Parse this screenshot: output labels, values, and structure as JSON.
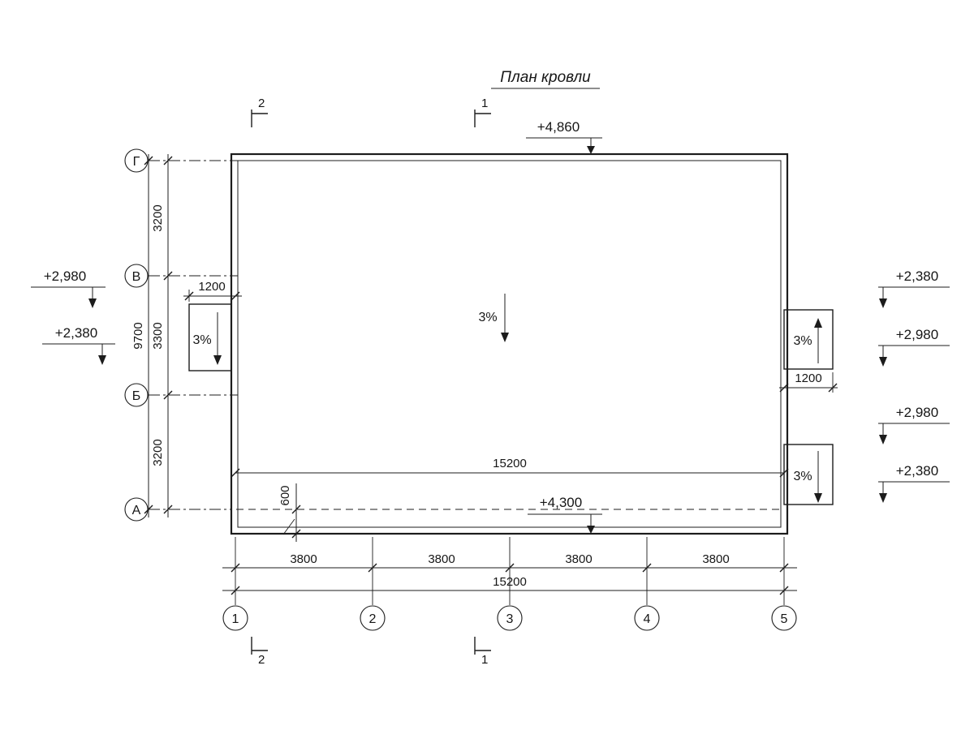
{
  "title": "План кровли",
  "row_axes": [
    {
      "label": "Г"
    },
    {
      "label": "В"
    },
    {
      "label": "Б"
    },
    {
      "label": "А"
    }
  ],
  "col_axes": [
    {
      "label": "1"
    },
    {
      "label": "2"
    },
    {
      "label": "3"
    },
    {
      "label": "4"
    },
    {
      "label": "5"
    }
  ],
  "section_marks": {
    "top_left": "2",
    "top_center": "1",
    "bottom_left": "2",
    "bottom_center": "1"
  },
  "elevation_marks": {
    "roof_top": "+4,860",
    "eave": "+4,300",
    "left_upper": "+2,980",
    "left_lower": "+2,380",
    "right_top_upper": "+2,380",
    "right_top_lower": "+2,980",
    "right_bottom_upper": "+2,980",
    "right_bottom_lower": "+2,380"
  },
  "dimensions": {
    "left_segments": [
      "3200",
      "3300",
      "3200"
    ],
    "left_total": "9700",
    "bottom_segments": [
      "3800",
      "3800",
      "3800",
      "3800"
    ],
    "bottom_total": "15200",
    "roof_width": "15200",
    "left_canopy_width": "1200",
    "right_canopy_width": "1200",
    "eave_overhang": "600"
  },
  "slopes": {
    "main": "3%",
    "left_canopy": "3%",
    "right_top_canopy": "3%",
    "right_bottom_canopy": "3%"
  },
  "colors": {
    "background": "#ffffff",
    "line": "#1c1c1c"
  }
}
